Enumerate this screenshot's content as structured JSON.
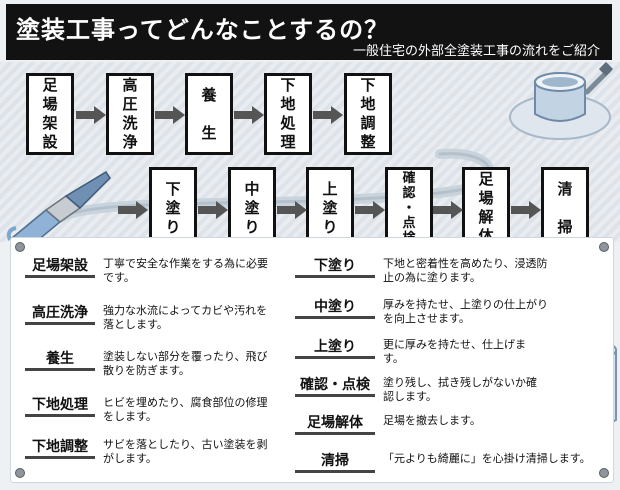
{
  "header": {
    "title": "塗装工事ってどんなことするの？",
    "subtitle": "一般住宅の外部全塗装工事の流れをご紹介"
  },
  "steps_row1": [
    {
      "label": "足場架設",
      "lines": [
        "足",
        "場",
        "架",
        "設"
      ]
    },
    {
      "label": "高圧洗浄",
      "lines": [
        "高",
        "圧",
        "洗",
        "浄"
      ]
    },
    {
      "label": "養生",
      "lines": [
        "養",
        "",
        "生"
      ]
    },
    {
      "label": "下地処理",
      "lines": [
        "下",
        "地",
        "処",
        "理"
      ]
    },
    {
      "label": "下地調整",
      "lines": [
        "下",
        "地",
        "調",
        "整"
      ]
    }
  ],
  "steps_row2": [
    {
      "label": "下塗り",
      "lines": [
        "下",
        "塗",
        "り"
      ]
    },
    {
      "label": "中塗り",
      "lines": [
        "中",
        "塗",
        "り"
      ]
    },
    {
      "label": "上塗り",
      "lines": [
        "上",
        "塗",
        "り"
      ]
    },
    {
      "label": "確認・点検",
      "lines": [
        "確",
        "認",
        "・",
        "点",
        "検"
      ]
    },
    {
      "label": "足場解体",
      "lines": [
        "足",
        "場",
        "解",
        "体"
      ]
    },
    {
      "label": "清掃",
      "lines": [
        "清",
        "",
        "掃"
      ]
    }
  ],
  "descriptions_left": [
    {
      "term": "足場架設",
      "desc": "丁寧で安全な作業をする為に必要です。"
    },
    {
      "term": "高圧洗浄",
      "desc": "強力な水流によってカビや汚れを落とします。"
    },
    {
      "term": "養生",
      "desc": "塗装しない部分を覆ったり、飛び散りを防ぎます。"
    },
    {
      "term": "下地処理",
      "desc": "ヒビを埋めたり、腐食部位の修理をします。"
    },
    {
      "term": "下地調整",
      "desc": "サビを落としたり、古い塗装を剥がします。"
    }
  ],
  "descriptions_right": [
    {
      "term": "下塗り",
      "desc": "下地と密着性を高めたり、浸透防止の為に塗ります。"
    },
    {
      "term": "中塗り",
      "desc": "厚みを持たせ、上塗りの仕上がりを向上させます。"
    },
    {
      "term": "上塗り",
      "desc": "更に厚みを持たせ、仕上げます。"
    },
    {
      "term": "確認・点検",
      "desc": "塗り残し、拭き残しがないか確認します。"
    },
    {
      "term": "足場解体",
      "desc": "足場を撤去します。"
    },
    {
      "term": "清掃",
      "desc": "「元よりも綺麗に」を心掛け清掃します。"
    }
  ],
  "colors": {
    "header_bg": "#121212",
    "arrow": "#555555",
    "box_border": "#111111",
    "accent_blue": "#7fa6cf"
  },
  "icons": [
    "paint-can-icon",
    "paint-brush-icon",
    "paint-buckets-icon"
  ]
}
